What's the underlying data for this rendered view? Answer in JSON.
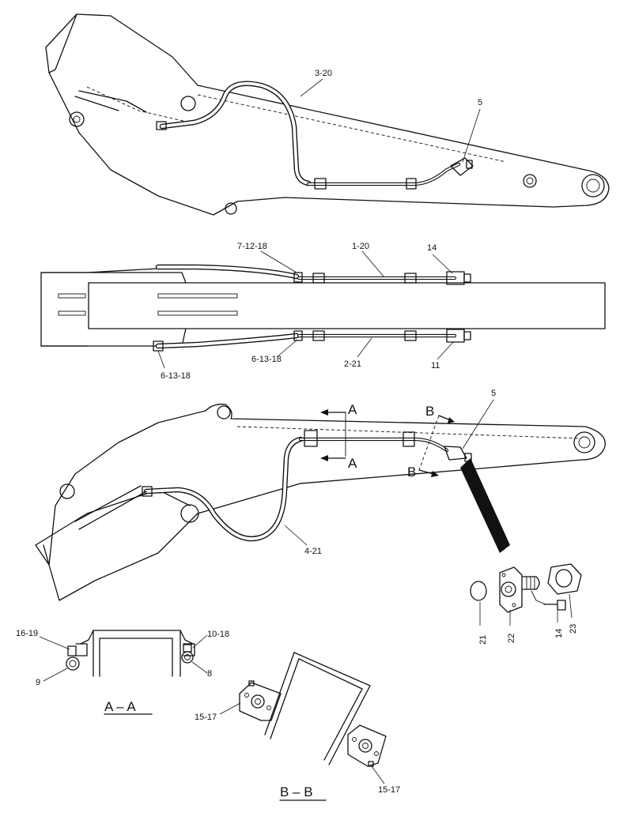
{
  "parts": {
    "top_view": {
      "hose_label": "3-20",
      "fitting_label": "5"
    },
    "plan_view": {
      "upper_labels": [
        "7-12-18",
        "1-20",
        "14"
      ],
      "lower_labels": [
        "6-13-18",
        "6-13-18",
        "2-21",
        "11"
      ]
    },
    "side_view": {
      "fitting_label": "5",
      "hose_label": "4-21",
      "section_a": "A",
      "section_b": "B"
    },
    "detail": {
      "labels": [
        "21",
        "22",
        "14",
        "23"
      ]
    },
    "section_aa": {
      "title": "A – A",
      "labels": [
        "16-19",
        "9",
        "10-18",
        "8"
      ]
    },
    "section_bb": {
      "title": "B – B",
      "labels": [
        "15-17",
        "15-17"
      ]
    }
  }
}
